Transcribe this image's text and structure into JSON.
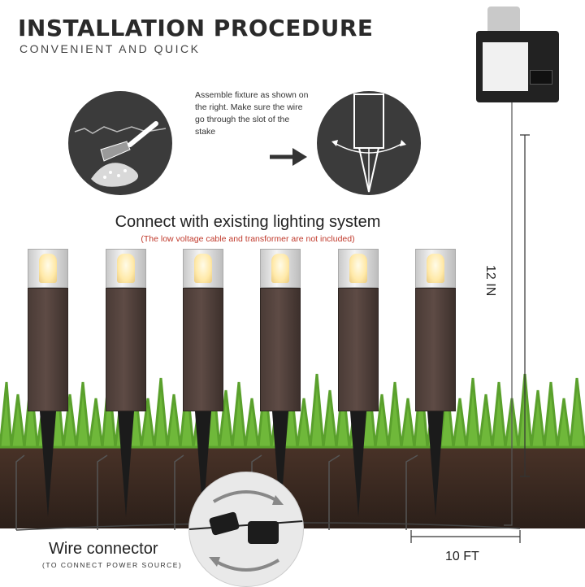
{
  "header": {
    "title": "INSTALLATION PROCEDURE",
    "subtitle": "CONVENIENT AND QUICK"
  },
  "step": {
    "instruction": "Assemble fixture as shown on the right. Make sure the wire go through the slot of the stake"
  },
  "section": {
    "heading": "Connect with existing lighting system",
    "note": "(The low voltage cable and transformer are not included)"
  },
  "diagram": {
    "height_label": "12 IN",
    "length_label": "10 FT",
    "connector_label": "Wire connector",
    "connector_sublabel": "(TO CONNECT POWER SOURCE)",
    "fixture_count": 6
  },
  "colors": {
    "fixture_body": "#4f3f3a",
    "grass": "#5aa02c",
    "soil": "#3a2a22",
    "note_red": "#c0392b"
  }
}
